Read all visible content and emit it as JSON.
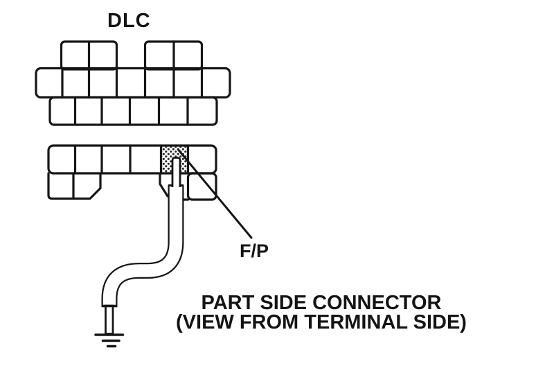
{
  "diagram": {
    "background_color": "#ffffff",
    "line_color": "#161616",
    "dlc_label": "DLC",
    "fp_label": "F/P",
    "caption": {
      "line1": "PART SIDE CONNECTOR",
      "line2": "(VIEW FROM TERMINAL SIDE)"
    },
    "connectors": {
      "dlc_view": {
        "label": "DLC",
        "rows": [
          {
            "position": "top",
            "cell_groups": [
              2,
              2
            ]
          },
          {
            "position": "middle",
            "cell_groups": [
              7
            ]
          },
          {
            "position": "bottom",
            "cell_groups": [
              6
            ]
          }
        ]
      },
      "part_side_view": {
        "label": "PART SIDE CONNECTOR",
        "rows": [
          {
            "position": "top",
            "cell_groups": [
              6
            ]
          },
          {
            "position": "bottom",
            "cell_groups": [
              2,
              1,
              1
            ]
          }
        ],
        "highlighted_terminal": {
          "label": "F/P",
          "row": "top",
          "cell_index": 5,
          "fill_style": "stippled"
        }
      }
    },
    "probe": {
      "depicts": "test probe inserted in F/P terminal with lead wire to ground",
      "ground_symbol": "chassis-ground"
    }
  }
}
